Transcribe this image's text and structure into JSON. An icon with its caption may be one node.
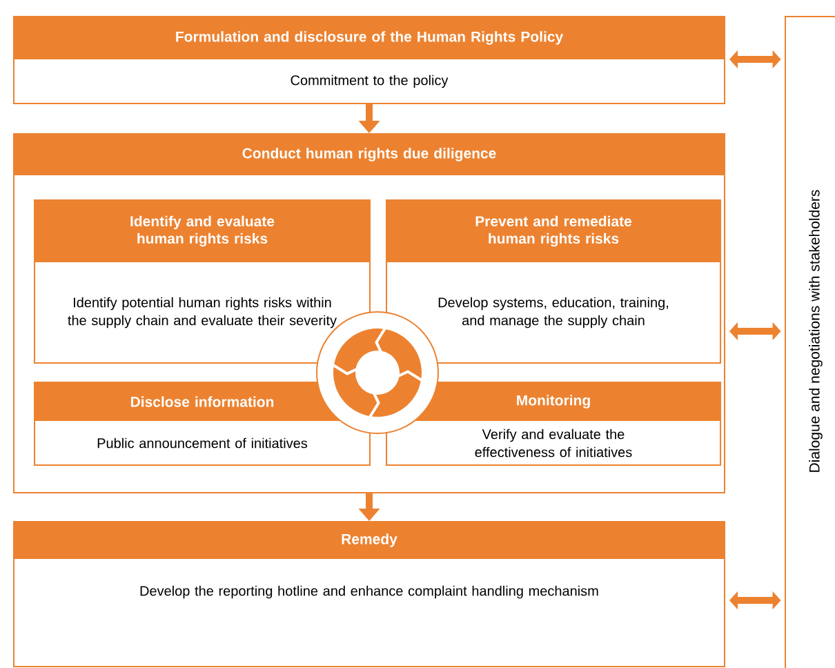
{
  "diagram": {
    "nodes": [
      {
        "text": [
          "Formulation and disclosure of the Human Rights Policy",
          "Commitment to the policy"
        ]
      },
      {
        "text": [
          "Conduct human rights due diligence"
        ]
      },
      {
        "text": [
          "Identify and evaluate human rights risks",
          "Identify potential human rights risks within the supply chain and evaluate their severity"
        ],
        "in": 1
      },
      {
        "text": [
          "Prevent and remediate human rights risks",
          "Develop systems, education, training, and manage the supply chain"
        ],
        "in": 1
      },
      {
        "text": [
          "Disclose information",
          "Public announcement of initiatives"
        ],
        "in": 1
      },
      {
        "text": [
          "Monitoring",
          "Verify and evaluate the effectiveness of initiatives"
        ],
        "in": 1
      },
      {
        "text": [
          "Remedy",
          "Develop the reporting hotline and enhance complaint handling mechanism"
        ]
      },
      {
        "text": [
          "Dialogue and negotiations with stakeholders"
        ]
      }
    ],
    "edges": [
      {
        "from": 0,
        "to": 1,
        "arrow": "to"
      },
      {
        "from": 1,
        "to": 6,
        "arrow": "to"
      },
      {
        "from": 0,
        "to": 7,
        "arrow": "both"
      },
      {
        "from": 1,
        "to": 7,
        "arrow": "both"
      },
      {
        "from": 6,
        "to": 7,
        "arrow": "both"
      }
    ]
  }
}
